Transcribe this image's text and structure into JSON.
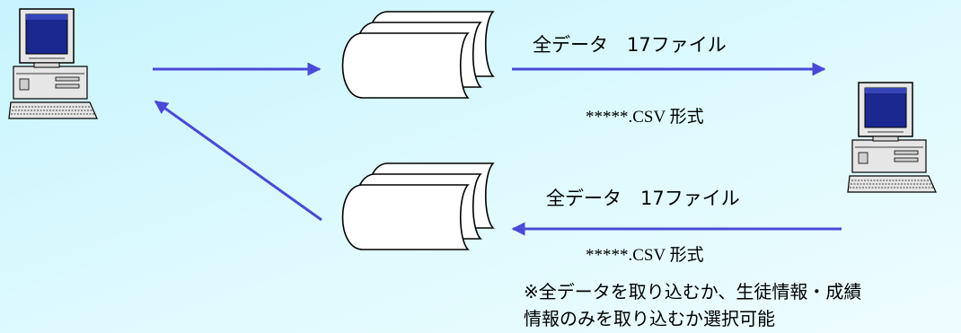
{
  "colors": {
    "background": "#d4f7fd",
    "arrow": "#4a4ad6",
    "monitor_screen": "#1a2890",
    "device_body": "#e8e8e8",
    "outline": "#000000"
  },
  "icons": {
    "pc": "desktop-computer-icon",
    "files": "file-stack-icon"
  },
  "upper_transfer": {
    "title": "全データ　17ファイル",
    "format": "*****.CSV 形式"
  },
  "lower_transfer": {
    "title": "全データ　17ファイル",
    "format": "*****.CSV 形式"
  },
  "note": {
    "line1": "※全データを取り込むか、生徒情報・成績",
    "line2": "情報のみを取り込むか選択可能"
  }
}
